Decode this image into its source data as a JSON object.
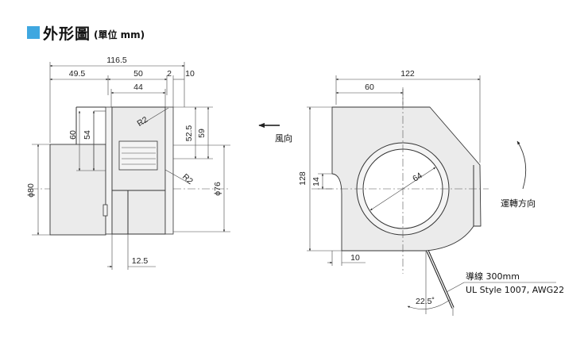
{
  "header": {
    "title": "外形圖",
    "unit": "(單位 mm)"
  },
  "colors": {
    "marker": "#3fa7e0",
    "body_fill": "#ebebeb",
    "line": "#333333"
  },
  "side_view": {
    "dim_overall_width": "116.5",
    "dim_left": "49.5",
    "dim_middle": "50",
    "dim_small_gap": "2",
    "dim_right": "10",
    "dim_inner": "44",
    "dim_height_60": "60",
    "dim_height_54": "54",
    "dim_height_52_5": "52.5",
    "dim_height_59": "59",
    "dim_dia_80": "ϕ80",
    "dim_dia_76": "ϕ76",
    "radius_top": "R2",
    "radius_bottom": "R2",
    "dim_bottom": "12.5"
  },
  "front_view": {
    "dim_width_122": "122",
    "dim_width_60": "60",
    "dim_height_128": "128",
    "dim_height_14": "14",
    "dim_bottom_10": "10",
    "dim_dia_64": "64",
    "angle": "22.5˚",
    "airflow_label": "風向",
    "rotation_label": "運轉方向",
    "lead_label": "導線 300mm",
    "lead_spec": "UL Style 1007, AWG22"
  }
}
